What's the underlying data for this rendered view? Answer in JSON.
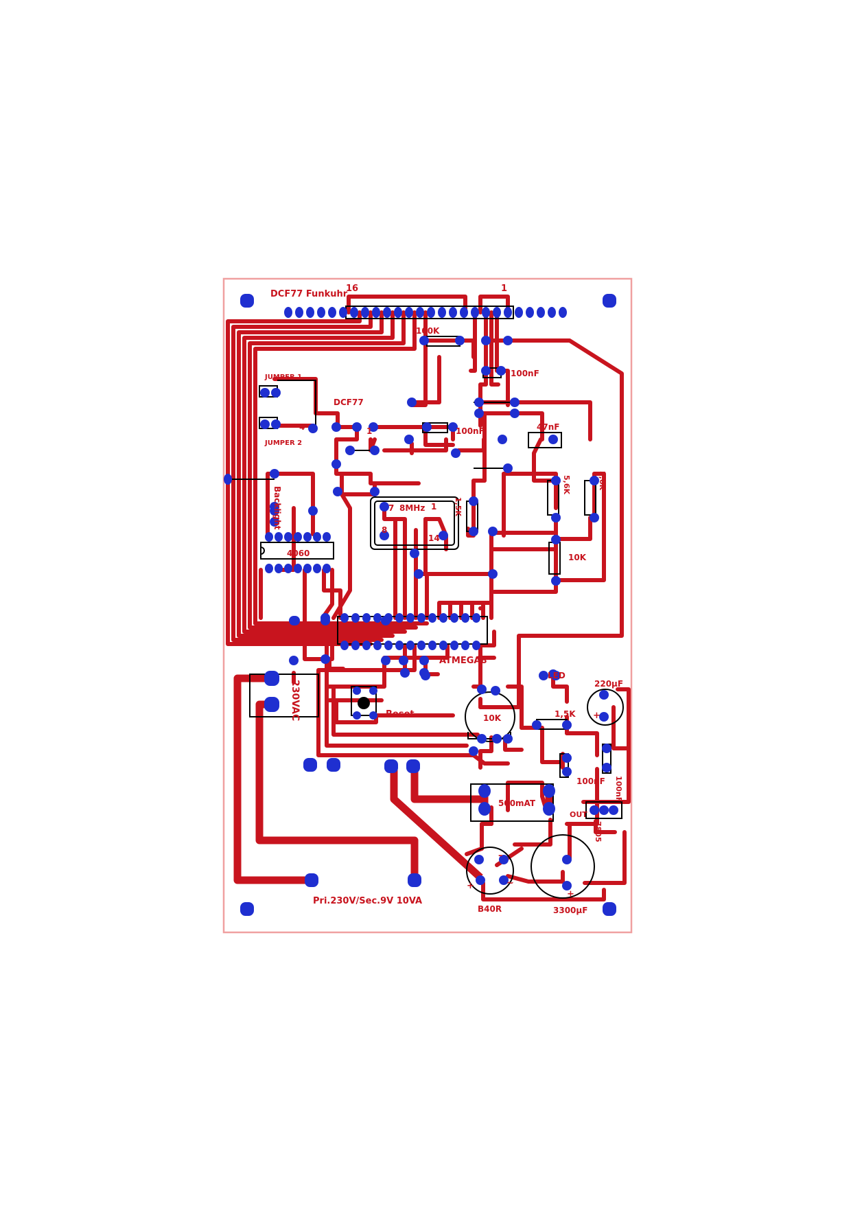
{
  "colors": {
    "trace": "#c8141e",
    "pad": "#1f2fd0",
    "outline": "#f0a0a0",
    "silk": "#000000",
    "background": "#ffffff"
  },
  "labels": {
    "header_title": "DCF77 Funkuhr",
    "header_pin_16": "16",
    "header_pin_1": "1",
    "r_100k": "100K",
    "c_100nf_top": "100nF",
    "jumper1": "JUMPER 1",
    "jumper2": "JUMPER 2",
    "dcf77": "DCF77",
    "pin4": "4",
    "pin1": "1",
    "c_100nf_mid": "100nF",
    "c_47nf": "47nF",
    "r_5k6_a": "5,6K",
    "r_5k6_b": "5,6K",
    "backlight": "Backlight",
    "crystal": "8MHz",
    "xtal_pin7": "7",
    "xtal_pin1": "1",
    "xtal_pin8": "8",
    "xtal_pin14": "14",
    "r_1k5_mid": "1,5K",
    "ic_4060": "4060",
    "r_10k": "10K",
    "atmega": "ATMEGA8",
    "led": "LED",
    "c_220uf": "220µF",
    "terminal_230vac": "230VAC",
    "reset": "Reset",
    "pot_10k": "10K",
    "r_1k5_led": "1,5K",
    "c_100nf_low": "100nF",
    "c_100nf_right": "100nF",
    "fuse_500ma": "500mAT",
    "regulator_7805": "7805",
    "reg_out": "OUT",
    "bridge": "B40R",
    "c_3300uf": "3300µF",
    "transformer": "Pri.230V/Sec.9V 10VA",
    "plus_sign": "+",
    "minus_sign": "–",
    "ac_sign": "~"
  }
}
